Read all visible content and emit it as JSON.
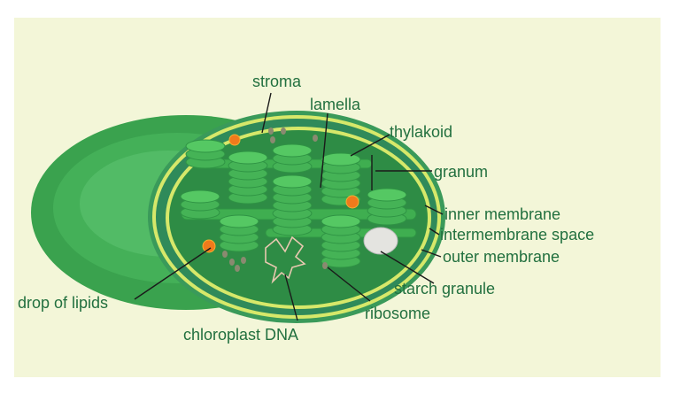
{
  "labels": {
    "stroma": "stroma",
    "lamella": "lamella",
    "thylakoid": "thylakoid",
    "granum": "granum",
    "inner_membrane": "inner membrane",
    "intermembrane_space": "intermembrane space",
    "outer_membrane": "outer membrane",
    "starch_granule": "starch granule",
    "ribosome": "ribosome",
    "chloroplast_dna": "chloroplast DNA",
    "drop_of_lipids": "drop of lipids"
  },
  "colors": {
    "background": "#f3f6d8",
    "label": "#22703f",
    "outer_green": "#3aa24e",
    "stroma": "#2e8c45",
    "grana": "#4cc25a",
    "lipid": "#f07a1c"
  }
}
